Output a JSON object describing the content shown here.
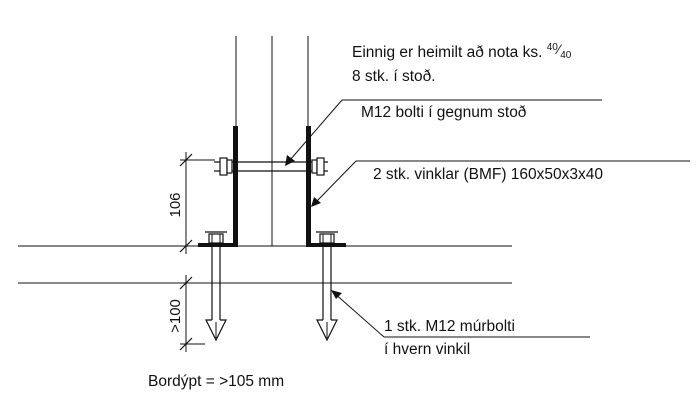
{
  "annotations": {
    "alt_line1_main": "Einnig er heimilt að nota ks. ",
    "alt_line1_sup": "40",
    "alt_line1_sub": "40",
    "alt_line2": "8 stk. í stoð.",
    "through_bolt": "M12 bolti í gegnum stoð",
    "angle_brackets": "2 stk. vinklar (BMF) 160x50x3x40",
    "anchor_bolt_line1": "1 stk. M12 múrbolti",
    "anchor_bolt_line2": "í hvern vinkil",
    "slab_thickness": "Bordýpt = >105 mm"
  },
  "dimensions": {
    "bracket_height": "106",
    "embed_depth": ">100"
  }
}
